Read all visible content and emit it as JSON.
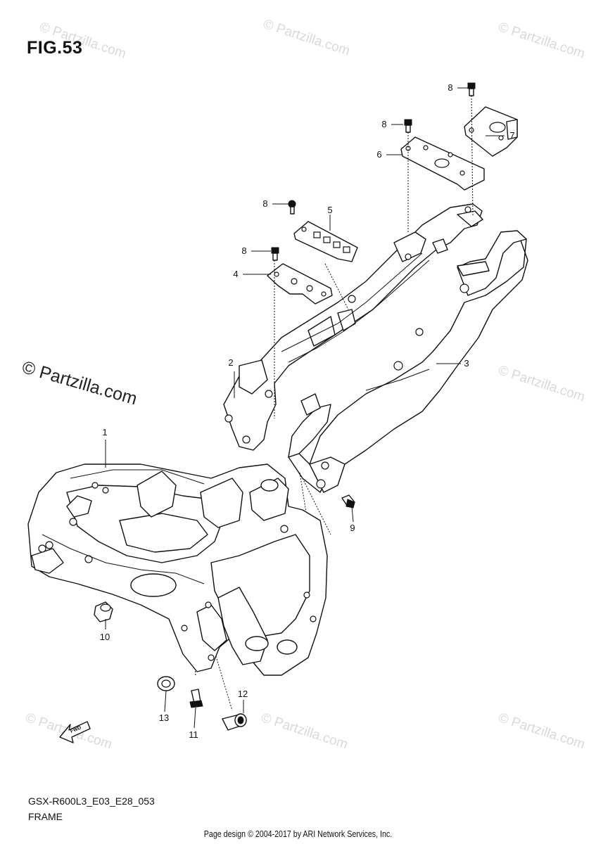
{
  "figure": {
    "title": "FIG.53",
    "code": "GSX-R600L3_E03_E28_053",
    "name": "FRAME"
  },
  "watermark": {
    "text": "© Partzilla.com"
  },
  "callouts": [
    {
      "id": "1",
      "label": "1"
    },
    {
      "id": "2",
      "label": "2"
    },
    {
      "id": "3",
      "label": "3"
    },
    {
      "id": "4",
      "label": "4"
    },
    {
      "id": "5",
      "label": "5"
    },
    {
      "id": "6",
      "label": "6"
    },
    {
      "id": "7",
      "label": "7"
    },
    {
      "id": "8a",
      "label": "8"
    },
    {
      "id": "8b",
      "label": "8"
    },
    {
      "id": "8c",
      "label": "8"
    },
    {
      "id": "8d",
      "label": "8"
    },
    {
      "id": "9",
      "label": "9"
    },
    {
      "id": "10",
      "label": "10"
    },
    {
      "id": "11",
      "label": "11"
    },
    {
      "id": "12",
      "label": "12"
    },
    {
      "id": "13",
      "label": "13"
    }
  ],
  "fwd_label": "FWD",
  "footer": {
    "copyright": "Page design © 2004-2017 by ARI Network Services, Inc."
  }
}
